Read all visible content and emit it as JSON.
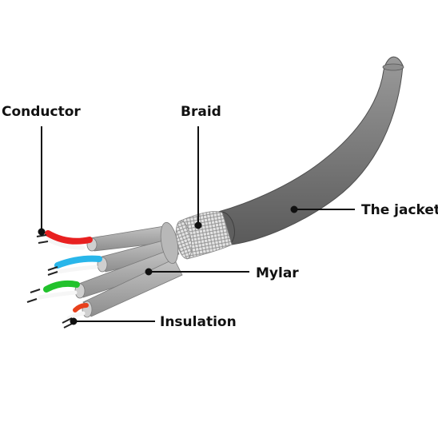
{
  "labels": {
    "conductor": "Conductor",
    "braid": "Braid",
    "jacket": "The jacket",
    "mylar": "Mylar",
    "insulation": "Insulation"
  },
  "colors": {
    "jacket": "#7d7d7d",
    "mylar": "#a9a9a9",
    "braid": "#d9d9d9",
    "wire_red": "#e82020",
    "wire_blue": "#29b6ea",
    "wire_green": "#22c22c",
    "wire_orange": "#e8401c",
    "leader_line": "#111111"
  }
}
